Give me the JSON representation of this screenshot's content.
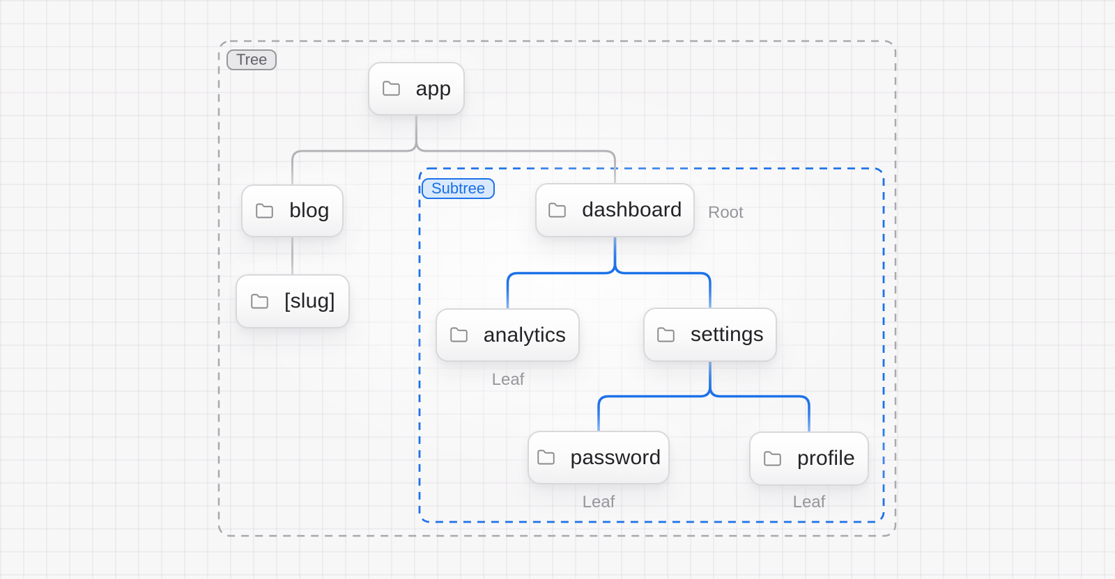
{
  "tree": {
    "badge": "Tree",
    "subtree_badge": "Subtree"
  },
  "nodes": {
    "app": {
      "label": "app"
    },
    "blog": {
      "label": "blog"
    },
    "slug": {
      "label": "[slug]"
    },
    "dashboard": {
      "label": "dashboard"
    },
    "analytics": {
      "label": "analytics"
    },
    "settings": {
      "label": "settings"
    },
    "password": {
      "label": "password"
    },
    "profile": {
      "label": "profile"
    }
  },
  "annotations": {
    "dashboard": "Root",
    "analytics": "Leaf",
    "password": "Leaf",
    "profile": "Leaf"
  },
  "edges": [
    {
      "from": "app",
      "to": "blog",
      "color": "gray"
    },
    {
      "from": "app",
      "to": "dashboard",
      "color": "gray"
    },
    {
      "from": "blog",
      "to": "slug",
      "color": "gray"
    },
    {
      "from": "dashboard",
      "to": "analytics",
      "color": "blue"
    },
    {
      "from": "dashboard",
      "to": "settings",
      "color": "blue"
    },
    {
      "from": "settings",
      "to": "password",
      "color": "blue"
    },
    {
      "from": "settings",
      "to": "profile",
      "color": "blue"
    }
  ],
  "icons": {
    "node_icon": "folder-icon"
  },
  "colors": {
    "accent_blue": "#1d72e8",
    "subtree_badge_bg": "#d9e9fd",
    "connector_gray": "#b3b2b6",
    "tree_border_gray": "#a9a8ad",
    "node_text": "#232327",
    "annotation_gray": "#96969c",
    "background": "#f8f7f8"
  }
}
